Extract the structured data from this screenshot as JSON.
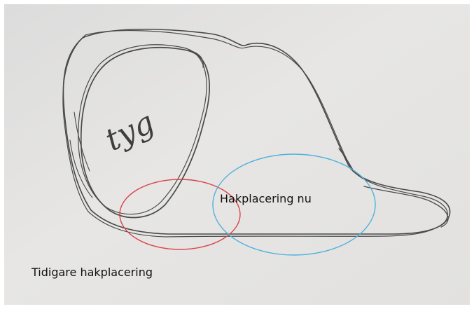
{
  "sketch": {
    "handwritten_text": "tyg"
  },
  "annotations": {
    "current_label": "Hakplacering nu",
    "previous_label": "Tidigare hakplacering"
  },
  "colors": {
    "paper": "#e6e5e3",
    "frame": "#ffffff",
    "pencil": "#4a4a4a",
    "current_circle": "#4fb1de",
    "previous_circle": "#d9434a"
  }
}
